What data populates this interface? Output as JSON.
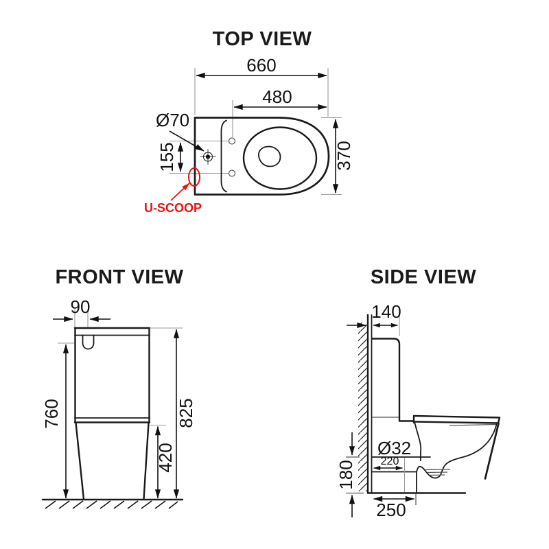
{
  "drawing": {
    "top_view": {
      "title": "TOP VIEW",
      "dim_overall_length": "660",
      "dim_seat_length": "480",
      "dim_hole_diameter": "Ø70",
      "dim_hole_offset": "155",
      "dim_overall_width": "370",
      "label_uscoop": "U-SCOOP"
    },
    "front_view": {
      "title": "FRONT VIEW",
      "dim_button_offset": "90",
      "dim_tank_height": "760",
      "dim_overall_height": "825",
      "dim_seat_height": "420"
    },
    "side_view": {
      "title": "SIDE VIEW",
      "dim_tank_depth": "140",
      "dim_inlet_diameter": "Ø32",
      "dim_trap_offset": "220",
      "dim_outlet_height": "180",
      "dim_base_depth": "250"
    }
  },
  "colors": {
    "line": "#1a1a1a",
    "extension_line": "#999999",
    "accent": "#ee1111",
    "background": "#ffffff"
  }
}
